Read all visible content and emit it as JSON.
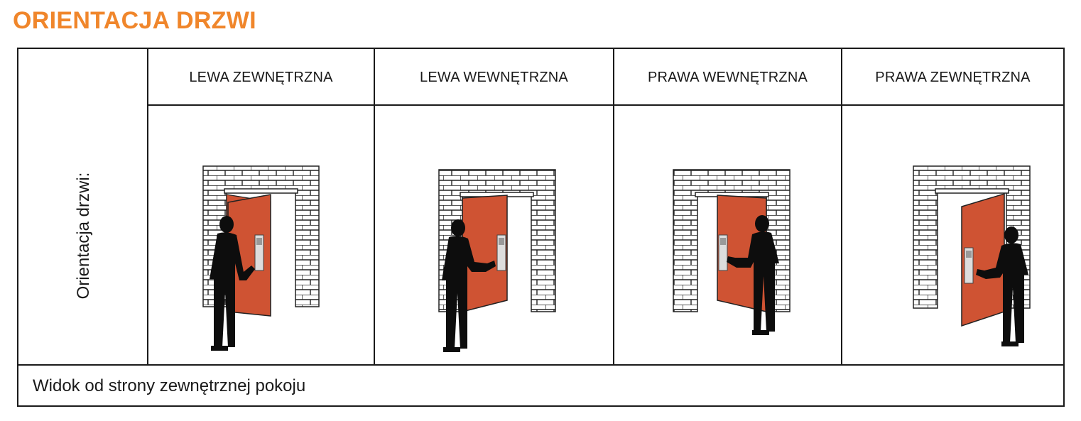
{
  "title": "ORIENTACJA DRZWI",
  "side_label": "Orientacja drzwi:",
  "columns": [
    {
      "label": "LEWA ZEWNĘTRZNA",
      "icon": "door-left-outward-icon"
    },
    {
      "label": "LEWA WEWNĘTRZNA",
      "icon": "door-left-inward-icon"
    },
    {
      "label": "PRAWA WEWNĘTRZNA",
      "icon": "door-right-inward-icon"
    },
    {
      "label": "PRAWA ZEWNĘTRZNA",
      "icon": "door-right-outward-icon"
    }
  ],
  "footer": "Widok od strony zewnętrznej pokoju",
  "colors": {
    "title": "#f0862b",
    "door": "#cf5333",
    "border": "#1a1a1a",
    "silhouette": "#0d0d0d"
  }
}
